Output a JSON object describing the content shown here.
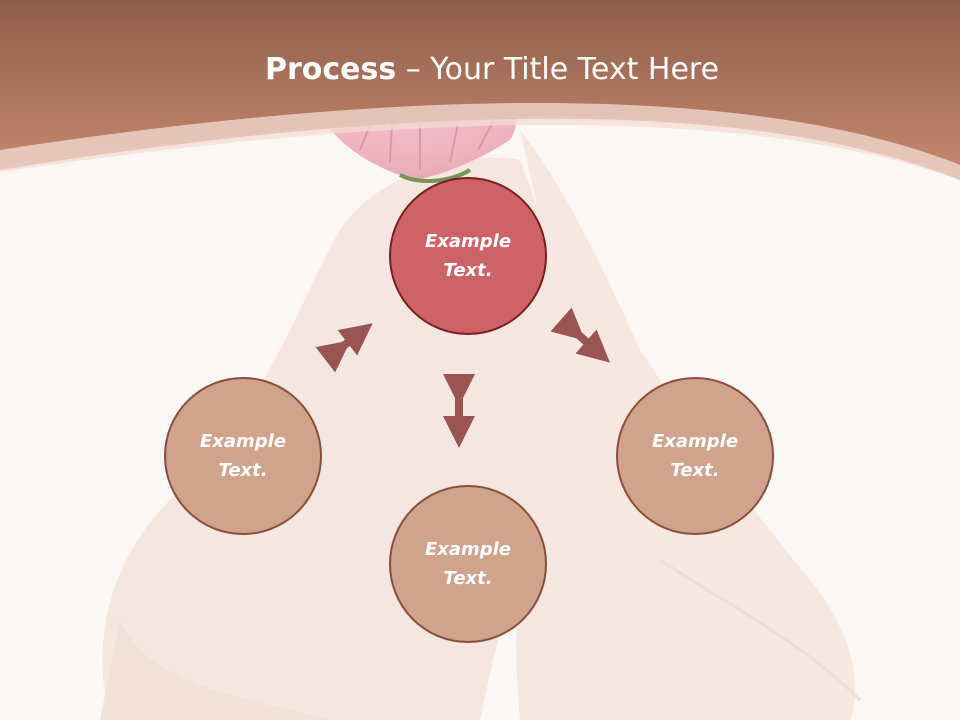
{
  "title": {
    "bold": "Process",
    "rest": " – Your Title Text Here"
  },
  "nodes": {
    "top": {
      "line1": "Example",
      "line2": "Text."
    },
    "left": {
      "line1": "Example",
      "line2": "Text."
    },
    "right": {
      "line1": "Example",
      "line2": "Text."
    },
    "bottom": {
      "line1": "Example",
      "line2": "Text."
    }
  },
  "colors": {
    "header": "#b57560",
    "main_circle": "#cd6366",
    "sub_circle": "#d0a38c",
    "arrow": "#9a5552",
    "background": "#fbf7f5"
  }
}
